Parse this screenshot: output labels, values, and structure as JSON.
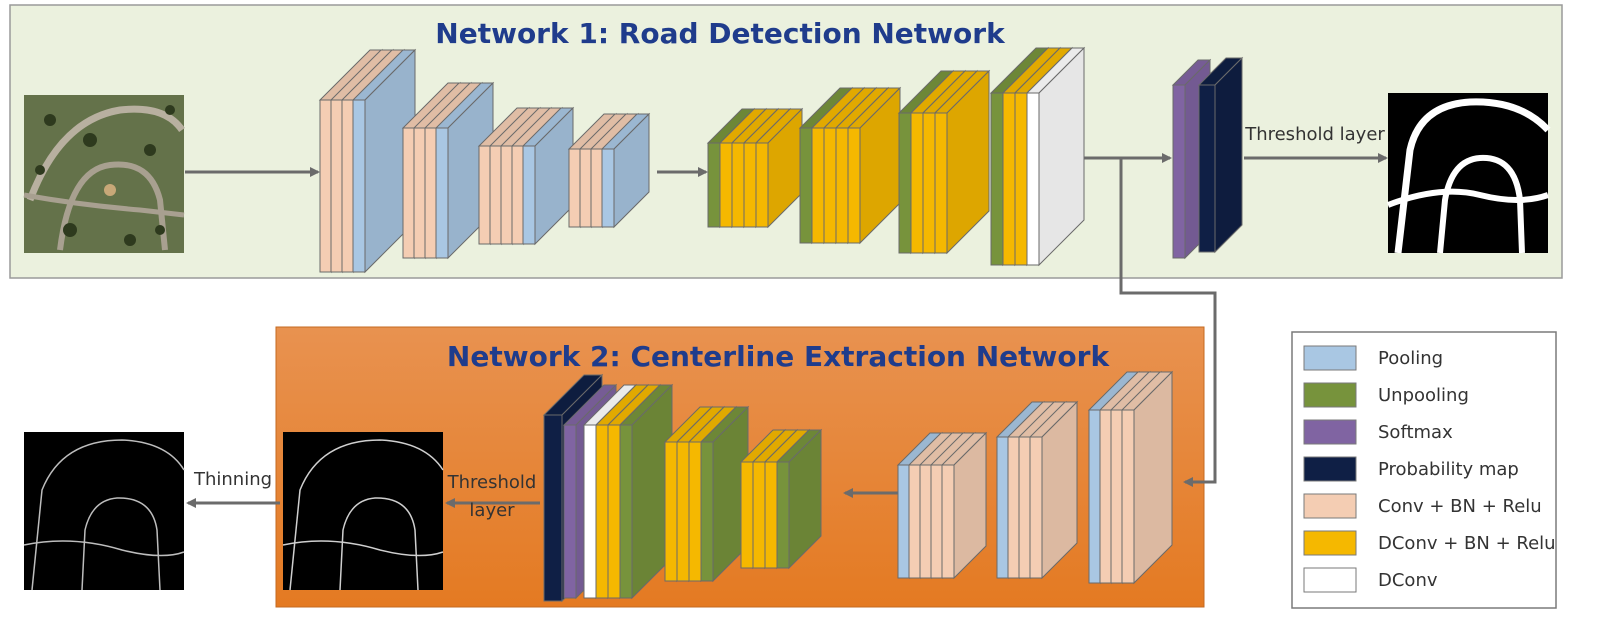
{
  "network1": {
    "title": "Network 1: Road Detection Network",
    "threshold_label": "Threshold layer"
  },
  "network2": {
    "title": "Network 2: Centerline Extraction Network",
    "threshold_label_line1": "Threshold",
    "threshold_label_line2": "layer",
    "thinning_label": "Thinning"
  },
  "legend": {
    "items": [
      {
        "label": "Pooling",
        "color": "#a9c7e3"
      },
      {
        "label": "Unpooling",
        "color": "#77933c"
      },
      {
        "label": "Softmax",
        "color": "#8064a2"
      },
      {
        "label": "Probability map",
        "color": "#0f1f45"
      },
      {
        "label": "Conv + BN + Relu",
        "color": "#f4cdb3"
      },
      {
        "label": "DConv + BN + Relu",
        "color": "#f5b800"
      },
      {
        "label": "DConv",
        "color": "#ffffff"
      }
    ]
  },
  "colors": {
    "net1_bg": "#ebf1de",
    "net2_bg": "#e8873a",
    "arrow": "#6b6b6b",
    "title": "#1f3c8c"
  }
}
